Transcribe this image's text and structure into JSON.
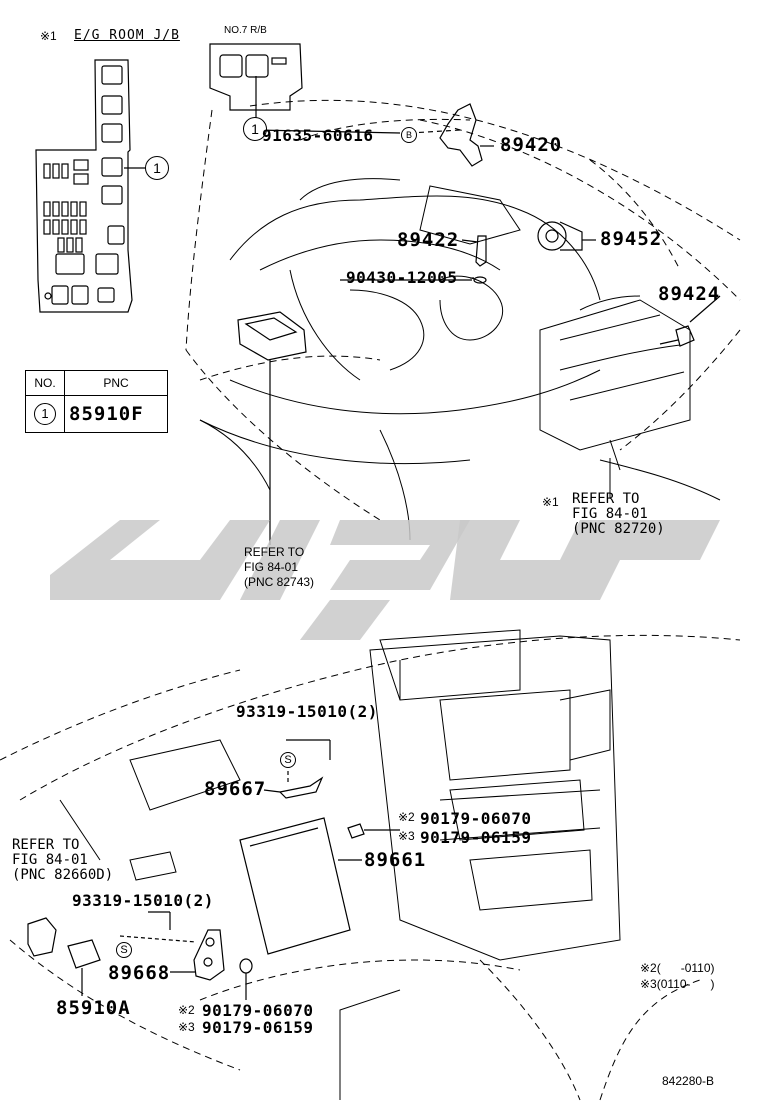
{
  "header": {
    "eg_room_mark": "※1",
    "eg_room_title": "E/G ROOM J/B",
    "no7_rb_title": "NO.7 R/B"
  },
  "table": {
    "col_no": "NO.",
    "col_pnc": "PNC",
    "row_no": "1",
    "row_pnc": "85910F"
  },
  "callout_number": "1",
  "parts": {
    "p91635": "91635-60616",
    "p89420": "89420",
    "p89422": "89422",
    "p89452": "89452",
    "p90430": "90430-12005",
    "p89424": "89424",
    "p93319_top": "93319-15010(2)",
    "p89667": "89667",
    "p90179_a_top": "90179-06070",
    "p90179_b_top": "90179-06159",
    "p89661": "89661",
    "p93319_bottom": "93319-15010(2)",
    "p89668": "89668",
    "p85910a": "85910A",
    "p90179_a_bottom": "90179-06070",
    "p90179_b_bottom": "90179-06159"
  },
  "marks": {
    "m2": "※2",
    "m3": "※3",
    "m1": "※1"
  },
  "small_tags": {
    "b_tag": "B",
    "s_tag": "S"
  },
  "refers": {
    "ref_82720": "REFER TO\nFIG 84-01\n(PNC 82720)",
    "ref_82743": "REFER TO\nFIG 84-01\n(PNC 82743)",
    "ref_82660d": "REFER TO\nFIG 84-01\n(PNC 82660D)"
  },
  "legend": {
    "note2": "※2(      -0110)",
    "note3": "※3(0110-      )"
  },
  "figure_id": "842280-B",
  "watermark_color": "#c9c9c9"
}
